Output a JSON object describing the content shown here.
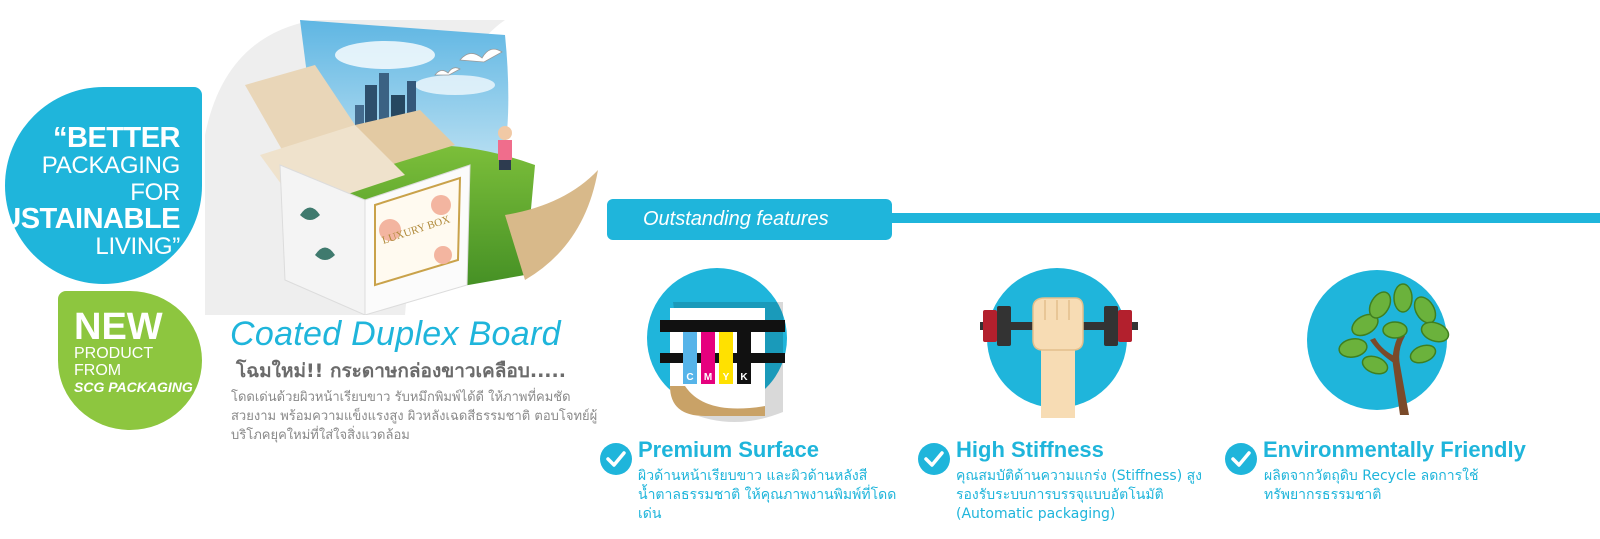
{
  "slogan": {
    "line1": "“BETTER",
    "line2": "PACKAGING",
    "line3": "FOR",
    "line4": "SUSTAINABLE",
    "line5": "LIVING”"
  },
  "new_badge": {
    "line1": "NEW",
    "line2": "PRODUCT",
    "line3": "FROM",
    "line4": "SCG PACKAGING"
  },
  "hero": {
    "box_label": "LUXURY BOX"
  },
  "product": {
    "title": "Coated Duplex Board",
    "subtitle": "โฉมใหม่!! กระดาษกล่องขาวเคลือบ.....",
    "description": "โดดเด่นด้วยผิวหน้าเรียบขาว รับหมึกพิมพ์ได้ดี ให้ภาพที่คมชัด สวยงาม พร้อมความแข็งแรงสูง ผิวหลังเฉดสีธรรมชาติ ตอบโจทย์ผู้บริโภคยุคใหม่ที่ใส่ใจสิ่งแวดล้อม"
  },
  "features_header": "Outstanding features",
  "features": [
    {
      "title": "Premium Surface",
      "desc": "ผิวด้านหน้าเรียบขาว และผิวด้านหลังสีน้ำตาลธรรมชาติ ให้คุณภาพงานพิมพ์ที่โดดเด่น",
      "icon": "cmyk-print-icon"
    },
    {
      "title": "High Stiffness",
      "desc": "คุณสมบัติด้านความแกร่ง (Stiffness) สูงรองรับระบบการบรรจุแบบอัตโนมัติ (Automatic packaging)",
      "icon": "dumbbell-icon"
    },
    {
      "title": "Environmentally Friendly",
      "desc": "ผลิตจากวัตถุดิบ Recycle ลดการใช้ทรัพยากรธรรมชาติ",
      "icon": "tree-icon"
    }
  ],
  "cmyk_letters": [
    "C",
    "M",
    "Y",
    "K"
  ],
  "colors": {
    "accent": "#1fb5db",
    "green": "#8dc63f",
    "text_gray": "#6b6b6b"
  }
}
